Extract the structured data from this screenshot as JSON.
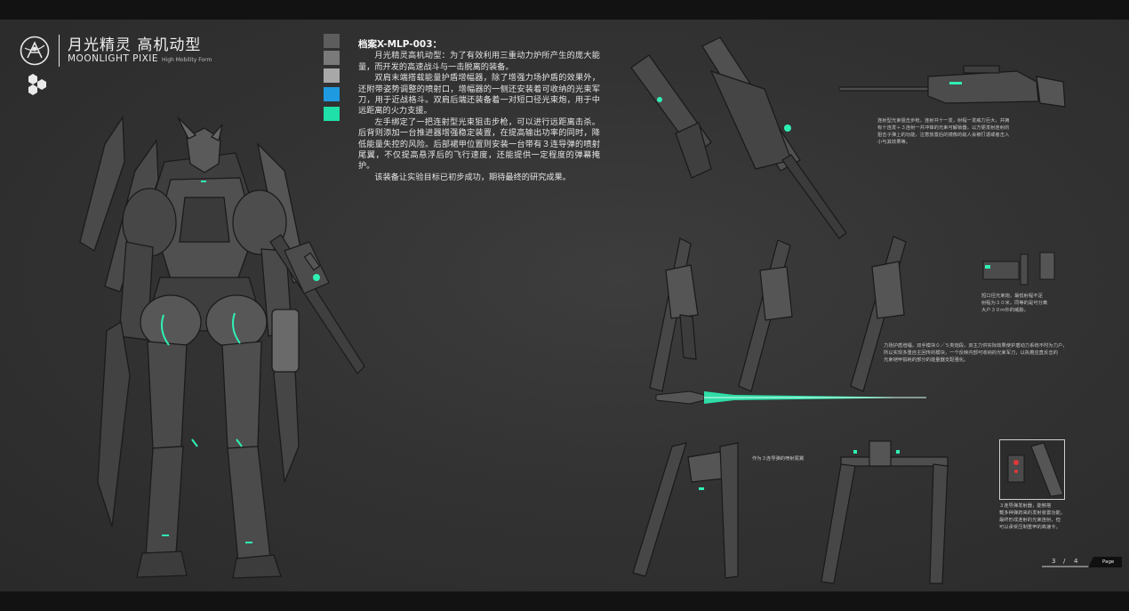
{
  "header": {
    "title_cn": "月光精灵 高机动型",
    "title_en": "MOONLIGHT PIXIE",
    "title_en_sub": "High Mobility Form"
  },
  "palette": {
    "swatches": [
      "#5d5d5d",
      "#7a7a7a",
      "#a8a8a8",
      "#1e9be0",
      "#1fe0a8"
    ],
    "accent": "#2ff0b4"
  },
  "description": {
    "heading": "档案X-MLP-003：",
    "paragraphs": [
      "月光精灵高机动型：为了有效利用三重动力炉所产生的庞大能量，而开发的高速战斗与一击脱离的装备。",
      "双肩末端搭载能量护盾增幅器，除了增强力场护盾的效果外，还附带姿势调整的喷射口，增幅器的一侧还安装着可收纳的光束军刀，用于近战格斗。双肩后端还装备着一对短口径光束炮，用于中远距离的火力支援。",
      "左手绑定了一把连射型光束狙击步枪，可以进行远距离击杀。后背则添加一台推进器增强稳定装置，在提高输出功率的同时，降低能量失控的风险。后部裙甲位置则安装一台带有３连导弹的喷射尾翼，不仅提高悬浮后的飞行速度，还能提供一定程度的弹幕掩护。",
      "该装备让实验目标已初步成功，期待最终的研究成果。"
    ]
  },
  "notes": {
    "rifle": [
      "连射型光束狙击步枪，连射共十一发，射程一发威力巨大，并拥",
      "有十连发＋３连射一并冲锋的光束可解锁器，以方便发射连射的",
      "狙击子弹上的功能，注意放置后的镜像的敌人会被打退或者击入",
      "小与其效果等。"
    ],
    "cannon": [
      "短口径光束炮，最低射程不足",
      "射程为３０米，同等的是可分离",
      "大户３０ｍ外的威胁。"
    ],
    "booster": [
      "力场护盾增幅，双手模块０／５类炮段，双主力供实际效果使护盾动力系统不时为力户，",
      "所以实现多重自主回传的模块，一个反映内部可收纳的光束军刀，以执着应直反击的",
      "光束铠甲损耗的部分的能量器支配强化。"
    ],
    "tail": [
      "作为３连导弹的喷射尾翼"
    ],
    "missile": [
      "３连导弹发射器，能够搭",
      "载多种弹药来的发射装置功能，",
      "最终形成连射的光束连射，但",
      "可以承受压制重甲的高速卡。"
    ]
  },
  "footer": {
    "page_current": "3",
    "page_sep": "/",
    "page_total": "4",
    "page_label": "Page"
  }
}
